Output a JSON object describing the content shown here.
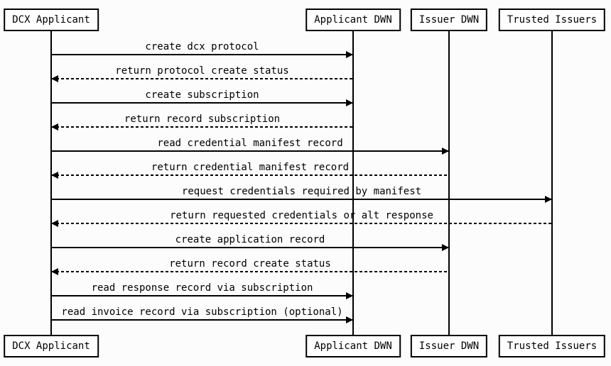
{
  "colors": {
    "background": "#fcfcfc",
    "line": "#000000",
    "box_fill": "#fefefe",
    "text": "#000000"
  },
  "participants": [
    {
      "name": "DCX Applicant"
    },
    {
      "name": "Applicant DWN"
    },
    {
      "name": "Issuer DWN"
    },
    {
      "name": "Trusted Issuers"
    }
  ],
  "messages": [
    {
      "label": "create dcx protocol",
      "from": "DCX Applicant",
      "to": "Applicant DWN",
      "style": "solid"
    },
    {
      "label": "return protocol create status",
      "from": "Applicant DWN",
      "to": "DCX Applicant",
      "style": "dashed"
    },
    {
      "label": "create subscription",
      "from": "DCX Applicant",
      "to": "Applicant DWN",
      "style": "solid"
    },
    {
      "label": "return record subscription",
      "from": "Applicant DWN",
      "to": "DCX Applicant",
      "style": "dashed"
    },
    {
      "label": "read credential manifest record",
      "from": "DCX Applicant",
      "to": "Issuer DWN",
      "style": "solid"
    },
    {
      "label": "return credential manifest record",
      "from": "Issuer DWN",
      "to": "DCX Applicant",
      "style": "dashed"
    },
    {
      "label": "request credentials required by manifest",
      "from": "DCX Applicant",
      "to": "Trusted Issuers",
      "style": "solid"
    },
    {
      "label": "return requested credentials or alt response",
      "from": "Trusted Issuers",
      "to": "DCX Applicant",
      "style": "dashed"
    },
    {
      "label": "create application record",
      "from": "DCX Applicant",
      "to": "Issuer DWN",
      "style": "solid"
    },
    {
      "label": "return record create status",
      "from": "Issuer DWN",
      "to": "DCX Applicant",
      "style": "dashed"
    },
    {
      "label": "read response record via subscription",
      "from": "DCX Applicant",
      "to": "Applicant DWN",
      "style": "solid"
    },
    {
      "label": "read invoice record via subscription (optional)",
      "from": "DCX Applicant",
      "to": "Applicant DWN",
      "style": "solid"
    }
  ]
}
